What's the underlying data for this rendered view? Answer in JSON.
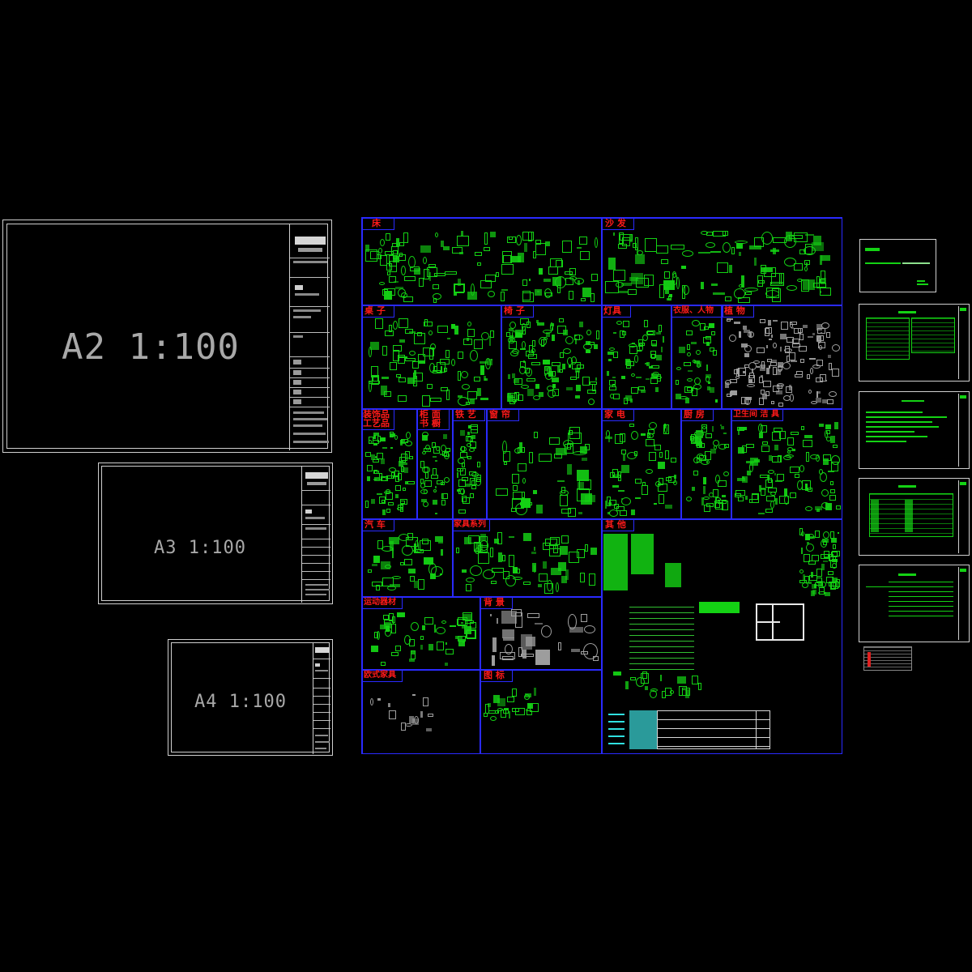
{
  "sheets": {
    "a2": {
      "scale": "A2 1:100"
    },
    "a3": {
      "scale": "A3 1:100"
    },
    "a4": {
      "scale": "A4 1:100"
    }
  },
  "library": {
    "categories": [
      "床",
      "沙 发",
      "桌 子",
      "椅 子",
      "灯具",
      "衣服、人物",
      "植 物",
      "装饰品",
      "工艺品",
      "柜 面",
      "书 橱",
      "铁 艺",
      "窗 帘",
      "家 电",
      "厨 房",
      "卫生间 洁 具",
      "汽 车",
      "家具系列",
      "运动器材",
      "背 景",
      "欧式家具",
      "图 标",
      "其 他"
    ]
  },
  "colors": {
    "background": "#000000",
    "frame": "#cfcfcf",
    "panel_border": "#2a2aff",
    "category_label": "#ff1a1a",
    "symbol_green": "#14d214",
    "symbol_gray": "#a0a0a0",
    "symbol_cyan": "#30e0e0"
  }
}
